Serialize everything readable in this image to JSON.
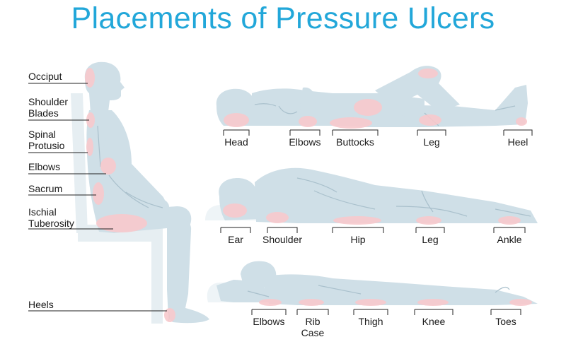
{
  "title": "Placements of Pressure Ulcers",
  "colors": {
    "title": "#22a7d9",
    "body": "#cfdfe7",
    "body_line": "#a9c0cc",
    "ulcer": "#f7c9cc",
    "chair": "#e6eef2",
    "pillow": "#eef4f7",
    "leader": "#222222"
  },
  "sitting": {
    "labels": [
      {
        "text": "Occiput"
      },
      {
        "text": "Shoulder\nBlades"
      },
      {
        "text": "Spinal\nProtusio"
      },
      {
        "text": "Elbows"
      },
      {
        "text": "Sacrum"
      },
      {
        "text": "Ischial\nTuberosity"
      },
      {
        "text": "Heels"
      }
    ]
  },
  "supine": {
    "labels": [
      "Head",
      "Elbows",
      "Buttocks",
      "Leg",
      "Heel"
    ]
  },
  "side": {
    "labels": [
      "Ear",
      "Shoulder",
      "Hip",
      "Leg",
      "Ankle"
    ]
  },
  "prone": {
    "labels": [
      "Elbows",
      "Rib\nCase",
      "Thigh",
      "Knee",
      "Toes"
    ]
  }
}
